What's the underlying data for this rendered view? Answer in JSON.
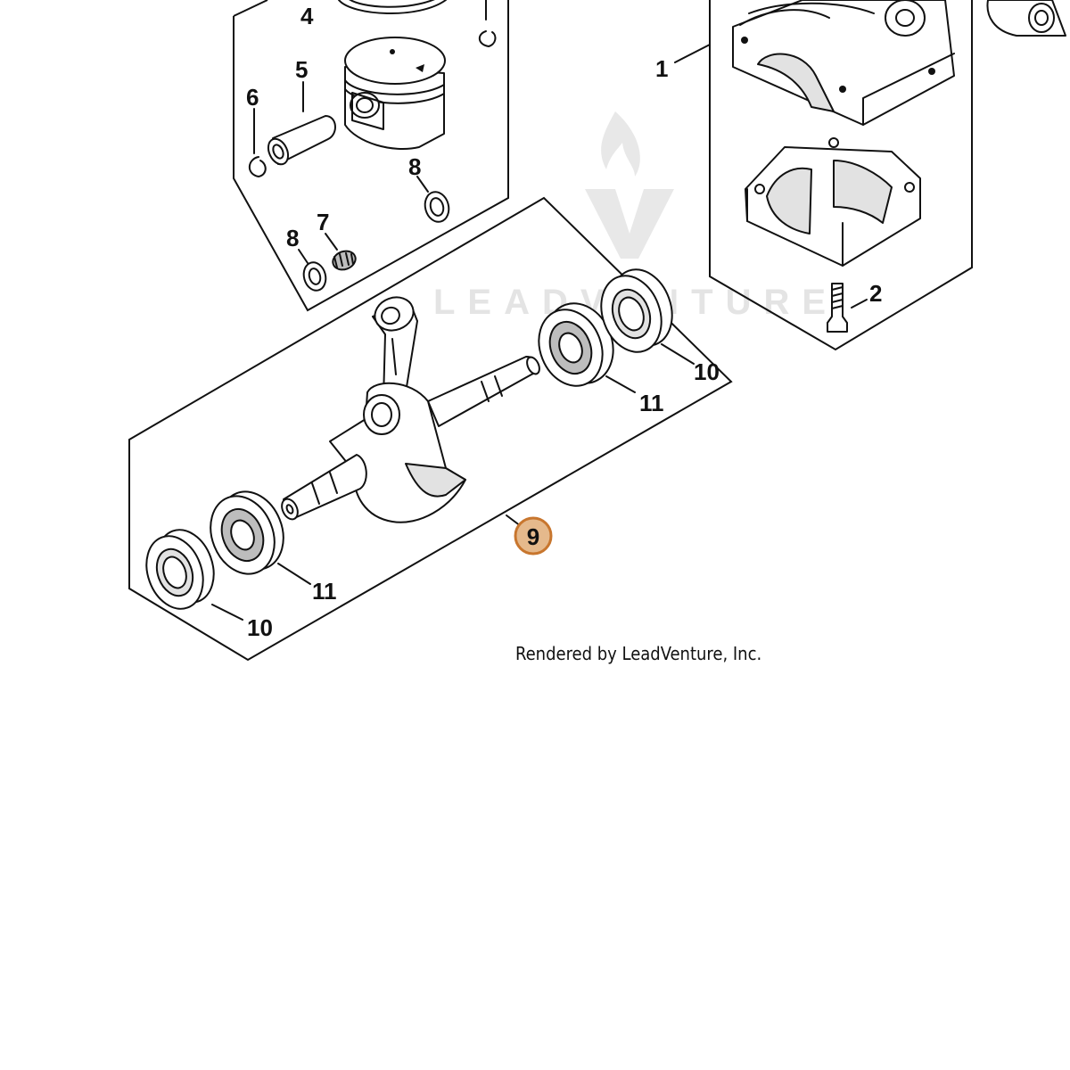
{
  "diagram": {
    "callouts": [
      {
        "id": "1",
        "label": "1"
      },
      {
        "id": "2",
        "label": "2"
      },
      {
        "id": "4",
        "label": "4"
      },
      {
        "id": "5",
        "label": "5"
      },
      {
        "id": "6",
        "label": "6"
      },
      {
        "id": "7",
        "label": "7"
      },
      {
        "id": "8a",
        "label": "8"
      },
      {
        "id": "8b",
        "label": "8"
      },
      {
        "id": "9",
        "label": "9",
        "highlighted": true
      },
      {
        "id": "10a",
        "label": "10"
      },
      {
        "id": "10b",
        "label": "10"
      },
      {
        "id": "11a",
        "label": "11"
      },
      {
        "id": "11b",
        "label": "11"
      }
    ],
    "credit": "Rendered by LeadVenture, Inc.",
    "watermark": {
      "text": "LEADVENTURE",
      "icon": "flame-v-logo-icon"
    }
  },
  "colors": {
    "highlight_fill": "#e5b98c",
    "highlight_stroke": "#c8762e",
    "line": "#111111",
    "watermark": "#e4e4e4"
  }
}
